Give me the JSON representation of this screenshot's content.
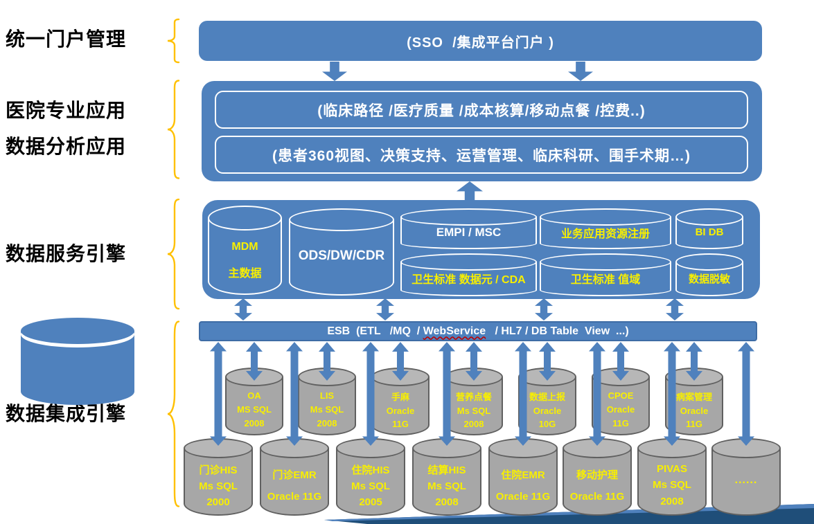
{
  "diagram": {
    "side_labels": [
      "统一门户管理",
      "医院专业应用",
      "数据分析应用",
      "数据服务引擎",
      "数据集成引擎"
    ],
    "portal_bar": "(SSO  /集成平台门户 )",
    "app_rows": [
      "(临床路径 /医疗质量 /成本核算/移动点餐 /控费..)",
      "(患者360视图、决策支持、运营管理、临床科研、围手术期…)"
    ],
    "service_cylinders": [
      {
        "lines": [
          "MDM",
          "主数据"
        ],
        "text_color": "yellow"
      },
      {
        "lines": [
          "ODS/DW/CDR"
        ],
        "text_color": "white"
      },
      {
        "lines": [
          "EMPI / MSC"
        ],
        "text_color": "white"
      },
      {
        "lines": [
          "卫生标准 数据元 / CDA"
        ],
        "text_color": "yellow"
      },
      {
        "lines": [
          "业务应用资源注册"
        ],
        "text_color": "yellow"
      },
      {
        "lines": [
          "卫生标准  值域"
        ],
        "text_color": "yellow"
      },
      {
        "lines": [
          "BI DB"
        ],
        "text_color": "yellow"
      },
      {
        "lines": [
          "数据脱敏"
        ],
        "text_color": "yellow"
      }
    ],
    "esb": {
      "prefix": "ESB  (ETL   /MQ  / ",
      "wavy": "WebService",
      "suffix": "   / HL7 / DB Table  View  ...)"
    },
    "middle_dbs": [
      {
        "lines": [
          "OA",
          "MS SQL",
          "2008"
        ]
      },
      {
        "lines": [
          "LIS",
          "Ms SQL",
          "2008"
        ]
      },
      {
        "lines": [
          "手麻",
          "Oracle",
          "11G"
        ]
      },
      {
        "lines": [
          "营养点餐",
          "Ms SQL",
          "2008"
        ]
      },
      {
        "lines": [
          "数据上报",
          "Oracle",
          "10G"
        ]
      },
      {
        "lines": [
          "CPOE",
          "Oracle",
          "11G"
        ]
      },
      {
        "lines": [
          "病案管理",
          "Oracle",
          "11G"
        ]
      }
    ],
    "bottom_dbs": [
      {
        "lines": [
          "门诊HIS",
          "Ms SQL",
          "2000"
        ]
      },
      {
        "lines": [
          "门诊EMR",
          "Oracle 11G"
        ]
      },
      {
        "lines": [
          "住院HIS",
          "Ms SQL",
          "2005"
        ]
      },
      {
        "lines": [
          "结算HIS",
          "Ms SQL",
          "2008"
        ]
      },
      {
        "lines": [
          "住院EMR",
          "Oracle 11G"
        ]
      },
      {
        "lines": [
          "移动护理",
          "Oracle 11G"
        ]
      },
      {
        "lines": [
          "PIVAS",
          "Ms SQL",
          "2008"
        ]
      },
      {
        "lines": [
          "......"
        ]
      }
    ],
    "colors": {
      "blue": "#4f81bd",
      "gray": "#a7a7a7",
      "yellow_text": "#f8ef00",
      "brace_orange": "#ffc000",
      "swoosh_dark": "#1f4e79",
      "wavy_underline_red": "#c00000"
    }
  }
}
